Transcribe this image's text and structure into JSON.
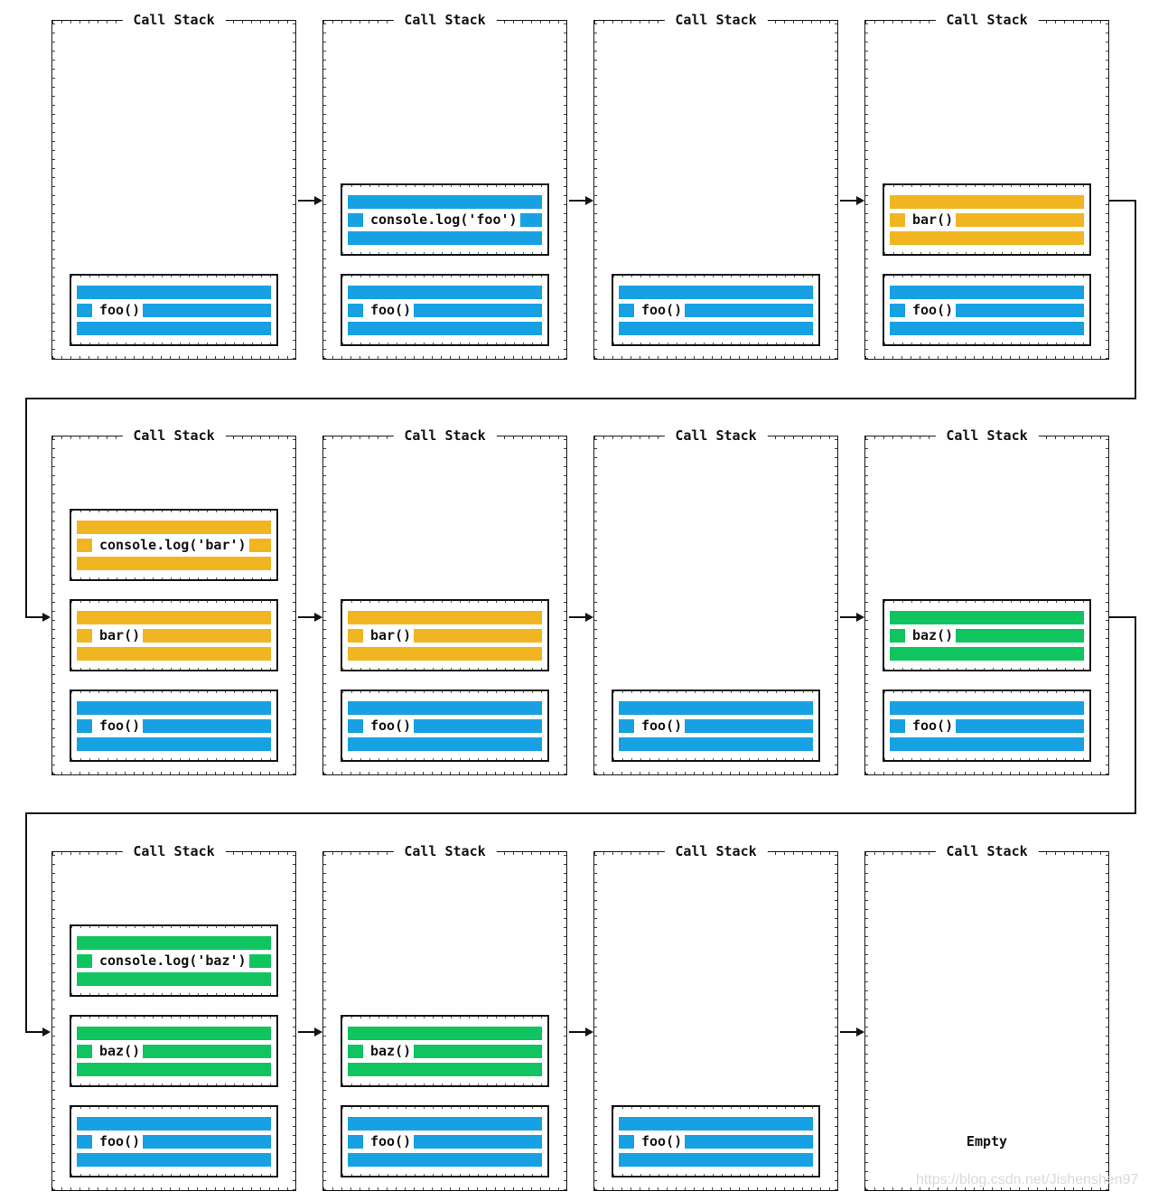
{
  "panel_title": "Call Stack",
  "colors": {
    "blue": "#17A1E2",
    "orange": "#F0B521",
    "green": "#10C45F",
    "gray": "#D9D9D9"
  },
  "stacks": [
    {
      "row": 1,
      "col": 1,
      "frames": [
        {
          "label": "foo()",
          "color": "blue"
        }
      ]
    },
    {
      "row": 1,
      "col": 2,
      "frames": [
        {
          "label": "console.log('foo')",
          "color": "blue"
        },
        {
          "label": "foo()",
          "color": "blue"
        }
      ]
    },
    {
      "row": 1,
      "col": 3,
      "frames": [
        {
          "label": "foo()",
          "color": "blue"
        }
      ]
    },
    {
      "row": 1,
      "col": 4,
      "frames": [
        {
          "label": "bar()",
          "color": "orange"
        },
        {
          "label": "foo()",
          "color": "blue"
        }
      ]
    },
    {
      "row": 2,
      "col": 1,
      "frames": [
        {
          "label": "console.log('bar')",
          "color": "orange"
        },
        {
          "label": "bar()",
          "color": "orange"
        },
        {
          "label": "foo()",
          "color": "blue"
        }
      ]
    },
    {
      "row": 2,
      "col": 2,
      "frames": [
        {
          "label": "bar()",
          "color": "orange"
        },
        {
          "label": "foo()",
          "color": "blue"
        }
      ]
    },
    {
      "row": 2,
      "col": 3,
      "frames": [
        {
          "label": "foo()",
          "color": "blue"
        }
      ]
    },
    {
      "row": 2,
      "col": 4,
      "frames": [
        {
          "label": "baz()",
          "color": "green"
        },
        {
          "label": "foo()",
          "color": "blue"
        }
      ]
    },
    {
      "row": 3,
      "col": 1,
      "frames": [
        {
          "label": "console.log('baz')",
          "color": "green"
        },
        {
          "label": "baz()",
          "color": "green"
        },
        {
          "label": "foo()",
          "color": "blue"
        }
      ]
    },
    {
      "row": 3,
      "col": 2,
      "frames": [
        {
          "label": "baz()",
          "color": "green"
        },
        {
          "label": "foo()",
          "color": "blue"
        }
      ]
    },
    {
      "row": 3,
      "col": 3,
      "frames": [
        {
          "label": "foo()",
          "color": "blue"
        }
      ]
    },
    {
      "row": 3,
      "col": 4,
      "frames": [],
      "empty_label": "Empty"
    }
  ],
  "watermark": {
    "text": "https://blog.csdn.net/Jishenshen97",
    "color": "gray"
  }
}
